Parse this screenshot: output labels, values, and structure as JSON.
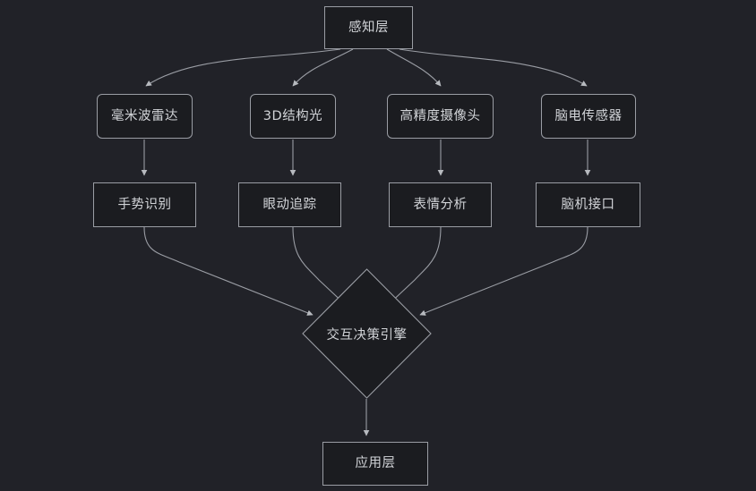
{
  "diagram": {
    "type": "flowchart",
    "direction": "top-to-bottom",
    "background_color": "#212228",
    "node_fill_color": "#1b1c20",
    "node_border_color": "#9a9da4",
    "edge_color": "#9a9da4",
    "text_color": "#d2d4d8",
    "nodes": {
      "perception_layer": {
        "label": "感知层",
        "shape": "rect"
      },
      "mmwave_radar": {
        "label": "毫米波雷达",
        "shape": "rounded-rect"
      },
      "structured_light_3d": {
        "label": "3D结构光",
        "shape": "rounded-rect"
      },
      "high_precision_camera": {
        "label": "高精度摄像头",
        "shape": "rounded-rect"
      },
      "eeg_sensor": {
        "label": "脑电传感器",
        "shape": "rounded-rect"
      },
      "gesture_recognition": {
        "label": "手势识别",
        "shape": "rect"
      },
      "eye_tracking": {
        "label": "眼动追踪",
        "shape": "rect"
      },
      "expression_analysis": {
        "label": "表情分析",
        "shape": "rect"
      },
      "brain_computer_interface": {
        "label": "脑机接口",
        "shape": "rect"
      },
      "interaction_decision_engine": {
        "label": "交互决策引擎",
        "shape": "diamond"
      },
      "application_layer": {
        "label": "应用层",
        "shape": "rect"
      }
    },
    "edges": [
      {
        "from": "perception_layer",
        "to": "mmwave_radar"
      },
      {
        "from": "perception_layer",
        "to": "structured_light_3d"
      },
      {
        "from": "perception_layer",
        "to": "high_precision_camera"
      },
      {
        "from": "perception_layer",
        "to": "eeg_sensor"
      },
      {
        "from": "mmwave_radar",
        "to": "gesture_recognition"
      },
      {
        "from": "structured_light_3d",
        "to": "eye_tracking"
      },
      {
        "from": "high_precision_camera",
        "to": "expression_analysis"
      },
      {
        "from": "eeg_sensor",
        "to": "brain_computer_interface"
      },
      {
        "from": "gesture_recognition",
        "to": "interaction_decision_engine"
      },
      {
        "from": "eye_tracking",
        "to": "interaction_decision_engine"
      },
      {
        "from": "expression_analysis",
        "to": "interaction_decision_engine"
      },
      {
        "from": "brain_computer_interface",
        "to": "interaction_decision_engine"
      },
      {
        "from": "interaction_decision_engine",
        "to": "application_layer"
      }
    ]
  }
}
